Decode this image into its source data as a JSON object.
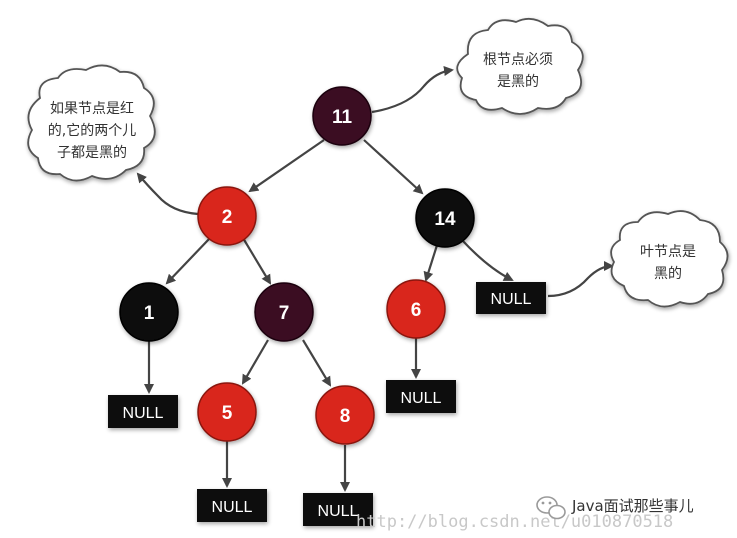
{
  "colors": {
    "red_node": "#d9261c",
    "black_node": "#0a0a0a",
    "root_node": "#3a0a22",
    "edge": "#444444",
    "null_box": "#0a0a0a"
  },
  "nodes": {
    "n11": "11",
    "n2": "2",
    "n14": "14",
    "n1": "1",
    "n7": "7",
    "n6": "6",
    "n5": "5",
    "n8": "8"
  },
  "null_label": "NULL",
  "notes": {
    "root": [
      "根节点必须",
      "是黑的"
    ],
    "red": [
      "如果节点是红",
      "的,它的两个儿",
      "子都是黑的"
    ],
    "leaf": [
      "叶节点是",
      "黑的"
    ]
  },
  "watermark": "http://blog.csdn.net/u010870518",
  "brand": "Java面试那些事儿",
  "brand_icon": "wechat-icon"
}
